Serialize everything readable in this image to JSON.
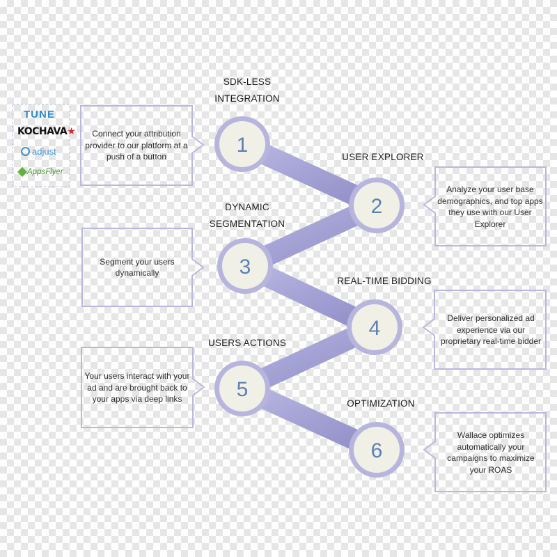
{
  "steps": [
    {
      "number": "1",
      "title": "SDK-LESS\nINTEGRATION",
      "description": "Connect your attribution provider to our platform at a push of a button"
    },
    {
      "number": "2",
      "title": "USER EXPLORER",
      "description": "Analyze your user base demographics, and top apps they use with our User Explorer"
    },
    {
      "number": "3",
      "title": "DYNAMIC\nSEGMENTATION",
      "description": "Segment your users dynamically"
    },
    {
      "number": "4",
      "title": "REAL-TIME BIDDING",
      "description": "Deliver personalized ad experience via our proprietary real-time bidder"
    },
    {
      "number": "5",
      "title": "USERS ACTIONS",
      "description": "Your users interact with your ad and are brought back to your apps via deep links"
    },
    {
      "number": "6",
      "title": "OPTIMIZATION",
      "description": "Wallace optimizes automatically your campaigns to maximize your ROAS"
    }
  ],
  "logos": {
    "tune": "TUNE",
    "kochava": "KOCHAVA",
    "adjust": "adjust",
    "appsflyer": "AppsFlyer"
  },
  "colors": {
    "circle_fill": "#f1f0e6",
    "circle_ring": "#b7b5dd",
    "connector": "#9f9dd0",
    "number_text": "#5b80b8",
    "box_border": "#b9b8e0"
  }
}
